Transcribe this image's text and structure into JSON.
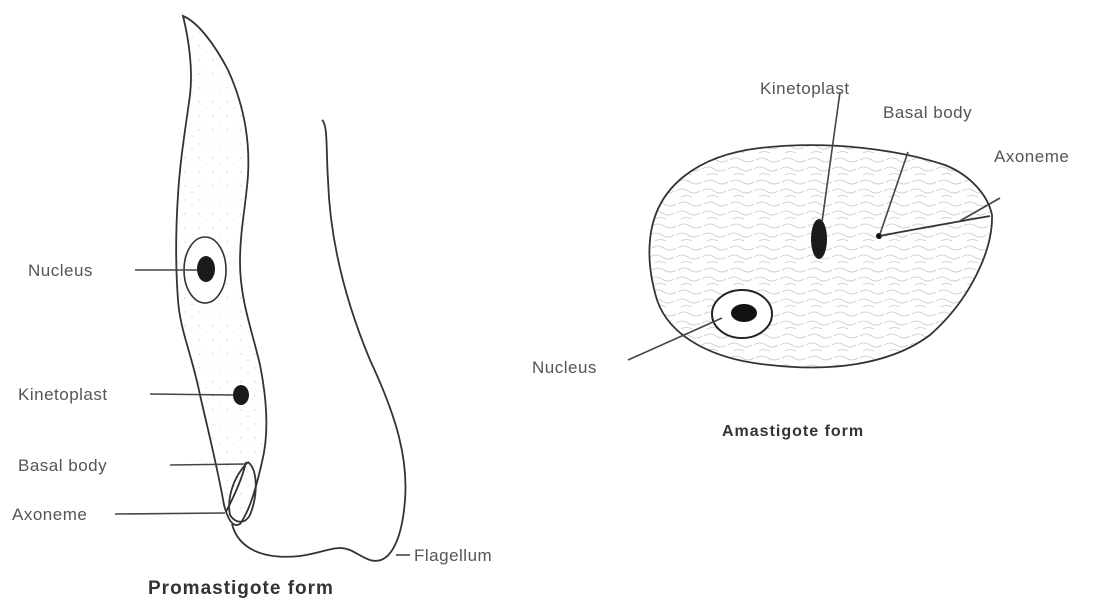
{
  "promastigote": {
    "caption": "Promastigote form",
    "labels": {
      "nucleus": "Nucleus",
      "kinetoplast": "Kinetoplast",
      "basal_body": "Basal body",
      "axoneme": "Axoneme",
      "flagellum": "Flagellum"
    }
  },
  "amastigote": {
    "caption": "Amastigote form",
    "labels": {
      "kinetoplast": "Kinetoplast",
      "basal_body": "Basal body",
      "axoneme": "Axoneme",
      "nucleus": "Nucleus"
    }
  }
}
